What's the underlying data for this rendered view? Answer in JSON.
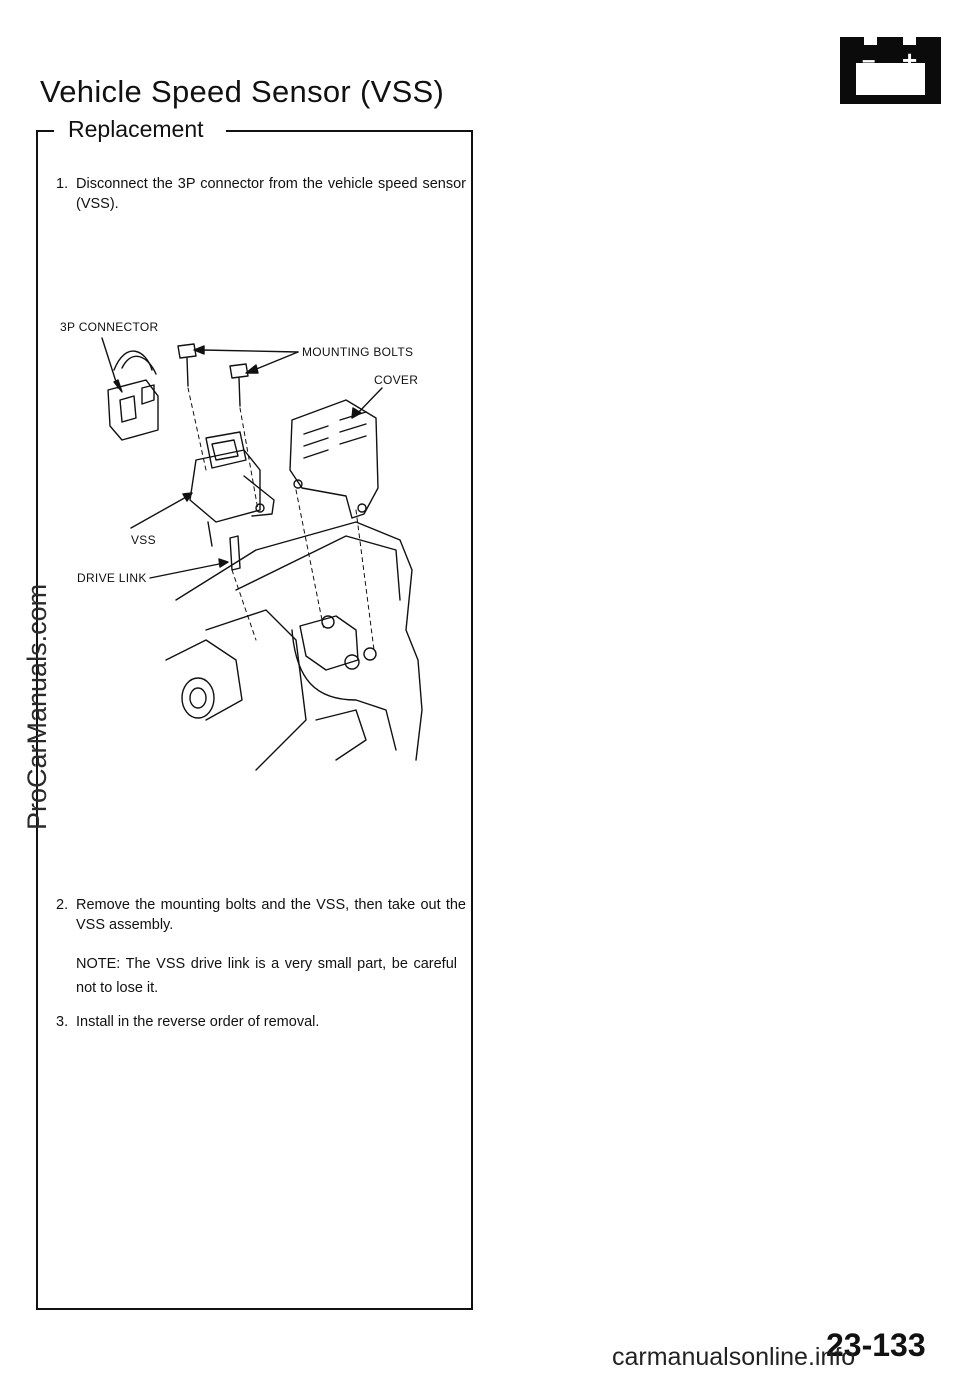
{
  "header": {
    "title": "Vehicle Speed Sensor (VSS)",
    "icon": "battery-icon",
    "icon_minus": "–",
    "icon_plus": "+"
  },
  "section": {
    "subtitle": "Replacement",
    "steps": [
      {
        "num": "1.",
        "text": "Disconnect the 3P connector from the vehicle speed sensor (VSS)."
      },
      {
        "num": "2.",
        "text": "Remove the mounting bolts and the VSS, then take out the VSS assembly."
      },
      {
        "num": "3.",
        "text": "Install in the reverse order of removal."
      }
    ],
    "note": "NOTE: The VSS drive link is a very small part, be careful not to lose it."
  },
  "diagram": {
    "labels": {
      "connector": "3P CONNECTOR",
      "bolts": "MOUNTING BOLTS",
      "cover": "COVER",
      "vss": "VSS",
      "drive_link": "DRIVE LINK"
    }
  },
  "footer": {
    "page_number": "23-133",
    "watermark": "ProCarManuals.com",
    "site": "carmanualsonline.info"
  }
}
